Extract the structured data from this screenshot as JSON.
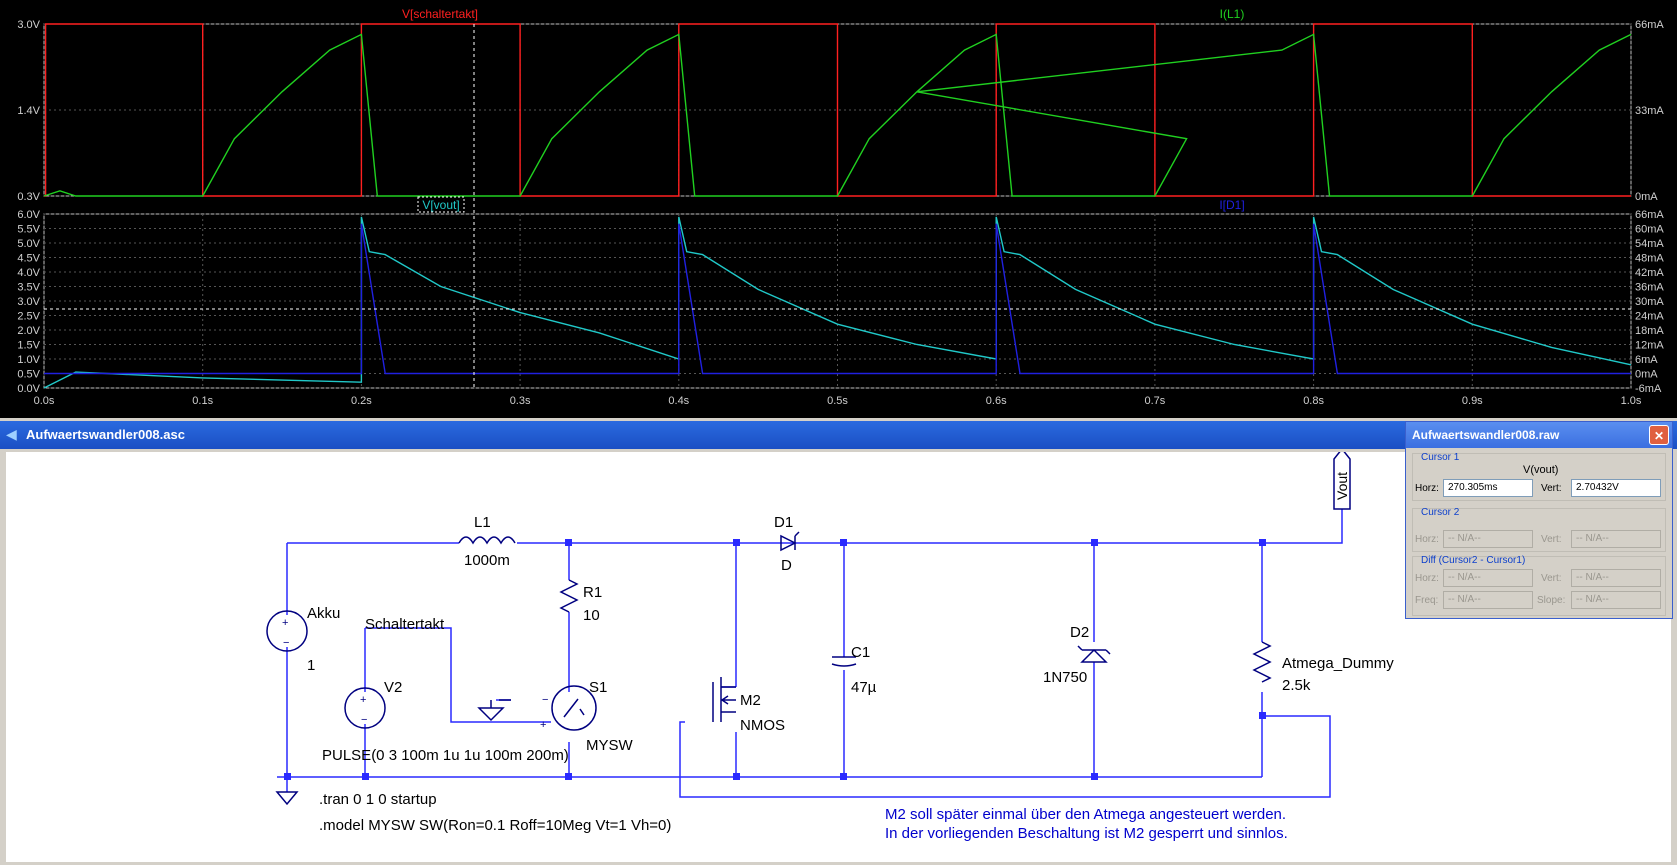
{
  "plot": {
    "top": {
      "trace_labels": {
        "left": "V[schaltertakt]",
        "right": "I(L1)"
      },
      "left_ticks": [
        "3.0V",
        "1.4V",
        "0.3V"
      ],
      "right_ticks": [
        "66mA",
        "33mA",
        "0mA"
      ],
      "colors": {
        "voltage": "#ff2020",
        "current": "#20d020"
      }
    },
    "bottom": {
      "trace_labels": {
        "left": "V[vout]",
        "right": "I[D1]"
      },
      "left_ticks": [
        "6.0V",
        "5.5V",
        "5.0V",
        "4.5V",
        "4.0V",
        "3.5V",
        "3.0V",
        "2.5V",
        "2.0V",
        "1.5V",
        "1.0V",
        "0.5V",
        "0.0V"
      ],
      "right_ticks": [
        "66mA",
        "60mA",
        "54mA",
        "48mA",
        "42mA",
        "36mA",
        "30mA",
        "24mA",
        "18mA",
        "12mA",
        "6mA",
        "0mA",
        "-6mA"
      ],
      "colors": {
        "voltage": "#20c8c8",
        "current": "#2020e0"
      }
    },
    "x_ticks": [
      "0.0s",
      "0.1s",
      "0.2s",
      "0.3s",
      "0.4s",
      "0.5s",
      "0.6s",
      "0.7s",
      "0.8s",
      "0.9s",
      "1.0s"
    ]
  },
  "chart_data": [
    {
      "type": "line",
      "x_unit": "s",
      "xlim": [
        0,
        1.0
      ],
      "series": [
        {
          "name": "V[schaltertakt]",
          "axis": "left",
          "unit": "V",
          "x": [
            0,
            0.001,
            0.001,
            0.1,
            0.1,
            0.2,
            0.2,
            0.3,
            0.3,
            0.4,
            0.4,
            0.5,
            0.5,
            0.6,
            0.6,
            0.7,
            0.7,
            0.8,
            0.8,
            0.9,
            0.9,
            1.0
          ],
          "y": [
            0,
            0,
            3,
            3,
            0,
            0,
            3,
            3,
            0,
            0,
            3,
            3,
            0,
            0,
            3,
            3,
            0,
            0,
            3,
            3,
            0,
            0
          ]
        },
        {
          "name": "I(L1)",
          "axis": "right",
          "unit": "mA",
          "x": [
            0,
            0.01,
            0.02,
            0.1,
            0.12,
            0.15,
            0.18,
            0.2,
            0.21,
            0.3,
            0.32,
            0.35,
            0.38,
            0.4,
            0.41,
            0.5,
            0.52,
            0.55,
            0.58,
            0.6,
            0.61,
            0.7,
            0.72,
            0.55,
            0.78,
            0.8,
            0.81,
            0.9,
            0.92,
            0.95,
            0.98,
            1.0
          ],
          "y": [
            0,
            2,
            0,
            0,
            22,
            40,
            56,
            62,
            0,
            0,
            22,
            40,
            56,
            62,
            0,
            0,
            22,
            40,
            56,
            62,
            0,
            0,
            22,
            40,
            56,
            62,
            0,
            0,
            22,
            40,
            56,
            62
          ]
        }
      ],
      "ylim_left": [
        0.3,
        3.0
      ],
      "ylim_right": [
        0,
        66
      ]
    },
    {
      "type": "line",
      "x_unit": "s",
      "xlim": [
        0,
        1.0
      ],
      "series": [
        {
          "name": "V[vout]",
          "axis": "left",
          "unit": "V",
          "x": [
            0,
            0.02,
            0.1,
            0.2,
            0.2,
            0.205,
            0.215,
            0.25,
            0.3,
            0.35,
            0.4,
            0.4,
            0.405,
            0.415,
            0.45,
            0.5,
            0.55,
            0.6,
            0.6,
            0.605,
            0.615,
            0.65,
            0.7,
            0.75,
            0.8,
            0.8,
            0.805,
            0.815,
            0.85,
            0.9,
            0.95,
            1.0
          ],
          "y": [
            0,
            0.55,
            0.35,
            0.2,
            5.9,
            4.7,
            4.6,
            3.5,
            2.6,
            1.9,
            1.0,
            5.9,
            4.7,
            4.6,
            3.4,
            2.2,
            1.5,
            1.0,
            5.9,
            4.7,
            4.6,
            3.4,
            2.2,
            1.5,
            1.0,
            5.9,
            4.7,
            4.6,
            3.4,
            2.2,
            1.4,
            0.8
          ]
        },
        {
          "name": "I[D1]",
          "axis": "right",
          "unit": "mA",
          "x": [
            0,
            0.2,
            0.2,
            0.215,
            0.4,
            0.4,
            0.415,
            0.6,
            0.6,
            0.615,
            0.8,
            0.8,
            0.815,
            1.0
          ],
          "y": [
            0,
            0,
            62,
            0,
            0,
            62,
            0,
            0,
            62,
            0,
            0,
            62,
            0,
            0
          ]
        }
      ],
      "ylim_left": [
        0.0,
        6.0
      ],
      "ylim_right": [
        -6,
        66
      ]
    }
  ],
  "schematic_window": {
    "title": "Aufwaertswandler008.asc",
    "components": {
      "L1": "L1",
      "L1_val": "1000m",
      "R1": "R1",
      "R1_val": "10",
      "D1": "D1",
      "D1_val": "D",
      "Akku": "Akku",
      "Akku_val": "1",
      "Schaltertakt": "Schaltertakt",
      "V2": "V2",
      "S1": "S1",
      "S1_val": "MYSW",
      "M2": "M2",
      "M2_val": "NMOS",
      "C1": "C1",
      "C1_val": "47µ",
      "D2": "D2",
      "D2_val": "1N750",
      "Atmega": "Atmega_Dummy",
      "Atmega_val": "2.5k",
      "Vout": "Vout"
    },
    "pulse": "PULSE(0 3 100m 1u 1u 100m 200m)",
    "directive_tran": ".tran 0 1 0 startup",
    "directive_model": ".model MYSW SW(Ron=0.1 Roff=10Meg Vt=1 Vh=0)",
    "comment_1": "M2 soll später einmal über den Atmega angesteuert werden.",
    "comment_2": "In der vorliegenden Beschaltung ist M2 gesperrt und sinnlos."
  },
  "cursor_window": {
    "title": "Aufwaertswandler008.raw",
    "cursor1": {
      "label": "Cursor 1",
      "trace": "V(vout)",
      "horz_label": "Horz:",
      "horz_value": "270.305ms",
      "vert_label": "Vert:",
      "vert_value": "2.70432V"
    },
    "cursor2": {
      "label": "Cursor 2",
      "horz_label": "Horz:",
      "horz_value": "-- N/A--",
      "vert_label": "Vert:",
      "vert_value": "-- N/A--"
    },
    "diff": {
      "label": "Diff (Cursor2 - Cursor1)",
      "horz_label": "Horz:",
      "horz_value": "-- N/A--",
      "vert_label": "Vert:",
      "vert_value": "-- N/A--",
      "freq_label": "Freq:",
      "freq_value": "-- N/A--",
      "slope_label": "Slope:",
      "slope_value": "-- N/A--"
    },
    "close_glyph": "✕"
  }
}
